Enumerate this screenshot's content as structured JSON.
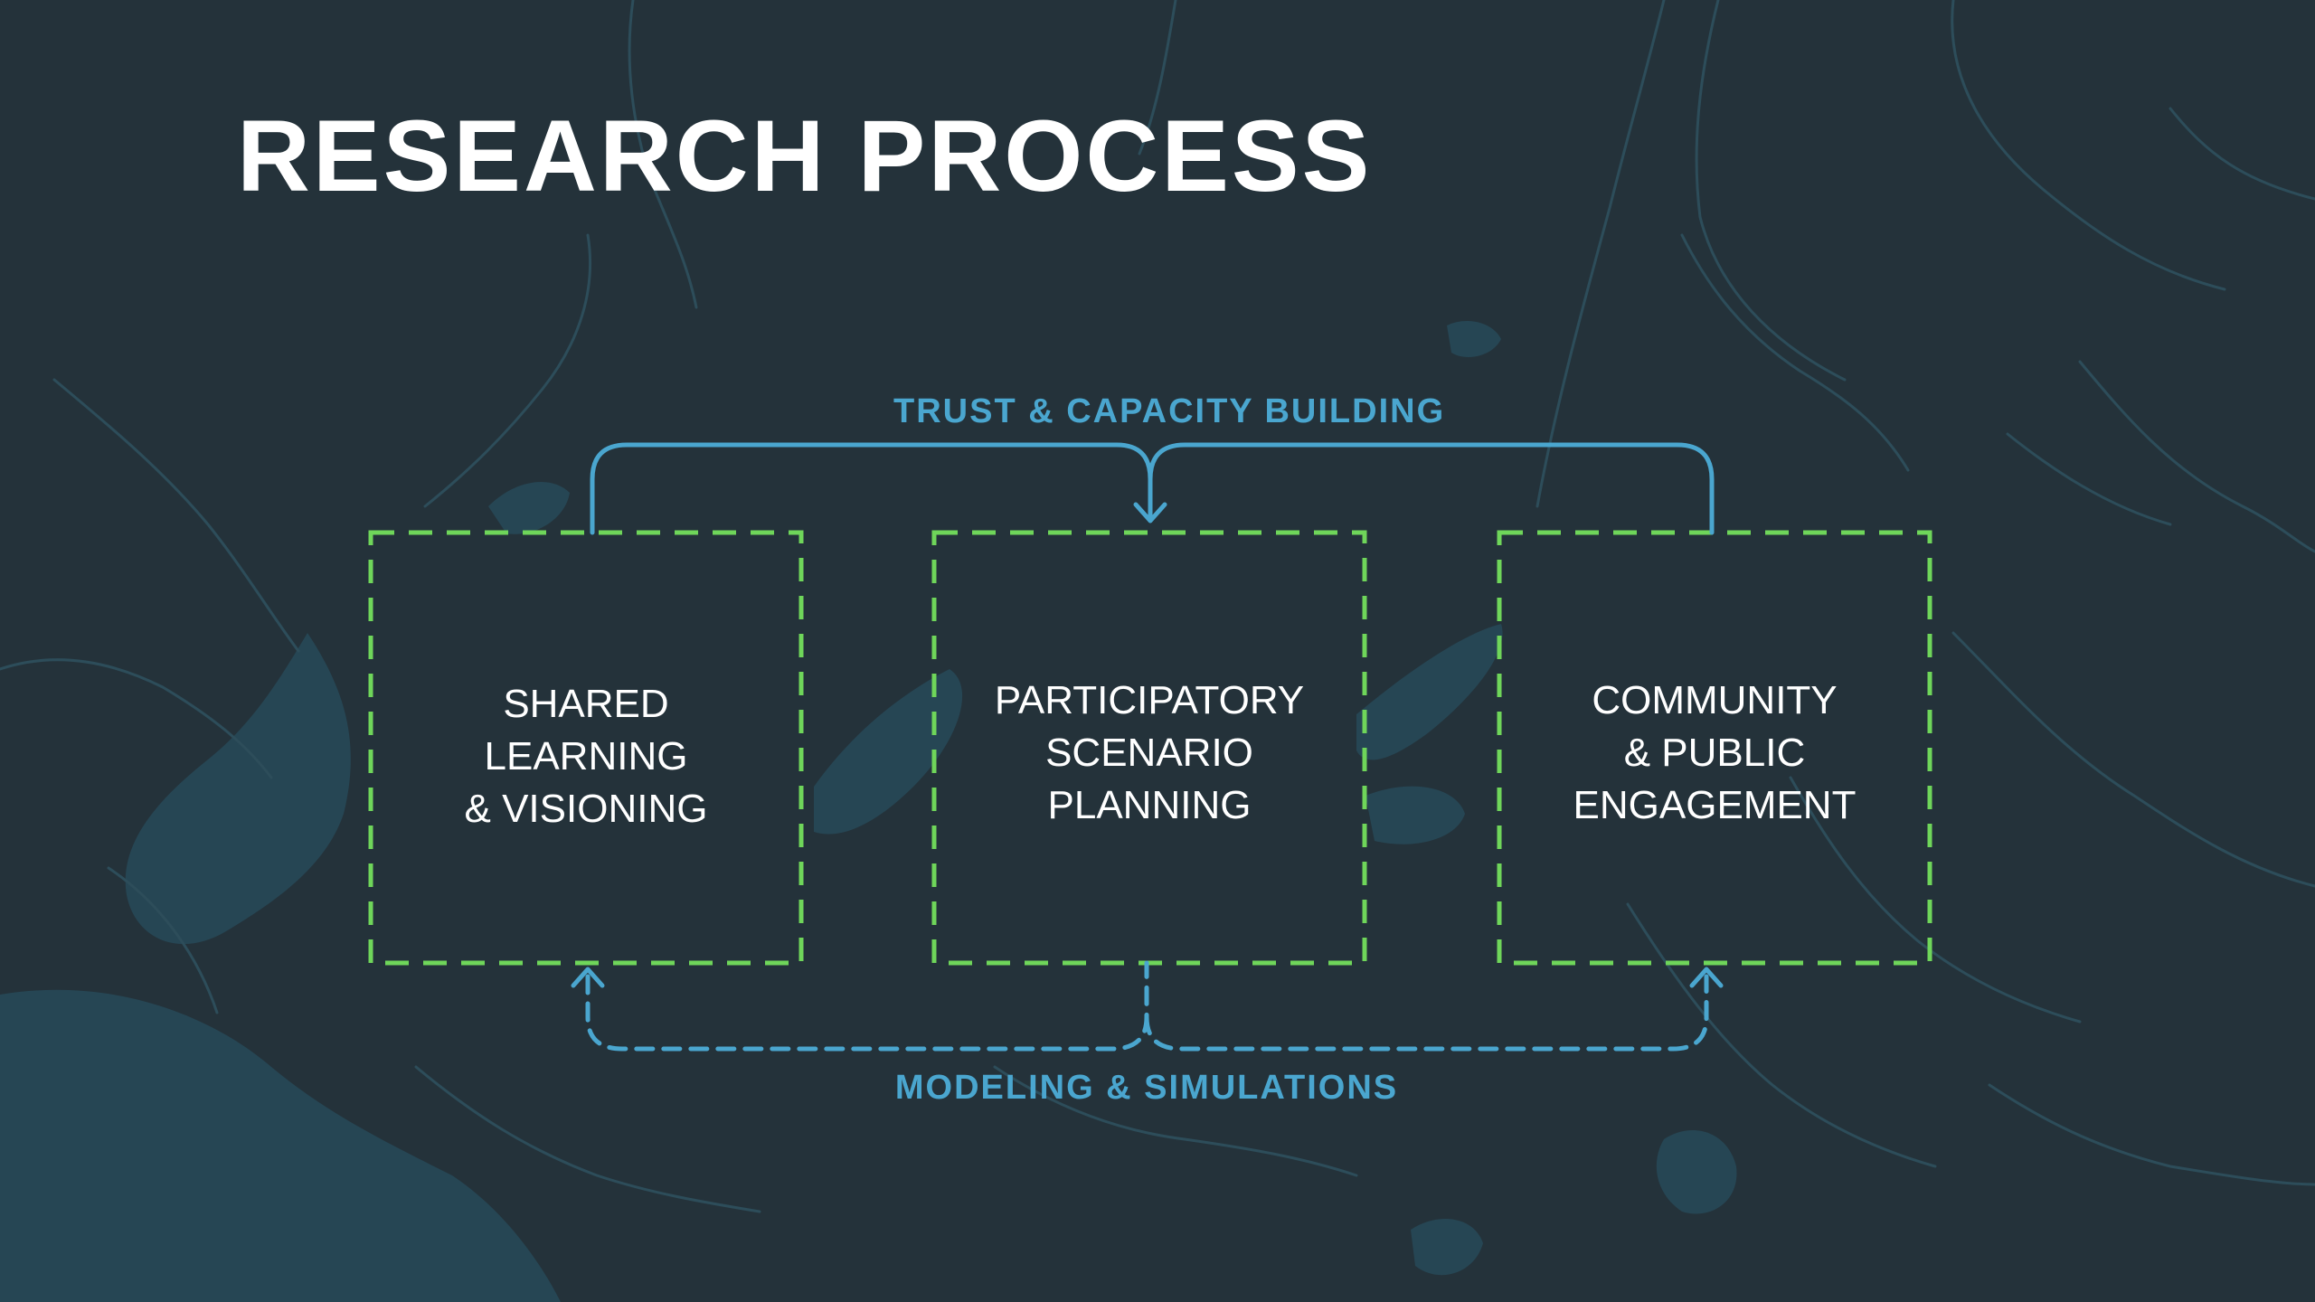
{
  "title": "RESEARCH PROCESS",
  "boxes": [
    {
      "lines": [
        "SHARED",
        "LEARNING",
        "& VISIONING"
      ]
    },
    {
      "lines": [
        "PARTICIPATORY",
        "SCENARIO",
        "PLANNING"
      ]
    },
    {
      "lines": [
        "COMMUNITY",
        "& PUBLIC",
        "ENGAGEMENT"
      ]
    }
  ],
  "top_connector": {
    "label": "TRUST & CAPACITY BUILDING"
  },
  "bottom_connector": {
    "label": "MODELING & SIMULATIONS"
  },
  "colors": {
    "background": "#24323a",
    "map_water": "#264654",
    "map_lines": "#2d4d5a",
    "box_border": "#6fd65a",
    "connector": "#4aa6cf",
    "text": "#ffffff"
  },
  "icons": [
    "arrow-down-icon",
    "arrow-up-icon"
  ]
}
